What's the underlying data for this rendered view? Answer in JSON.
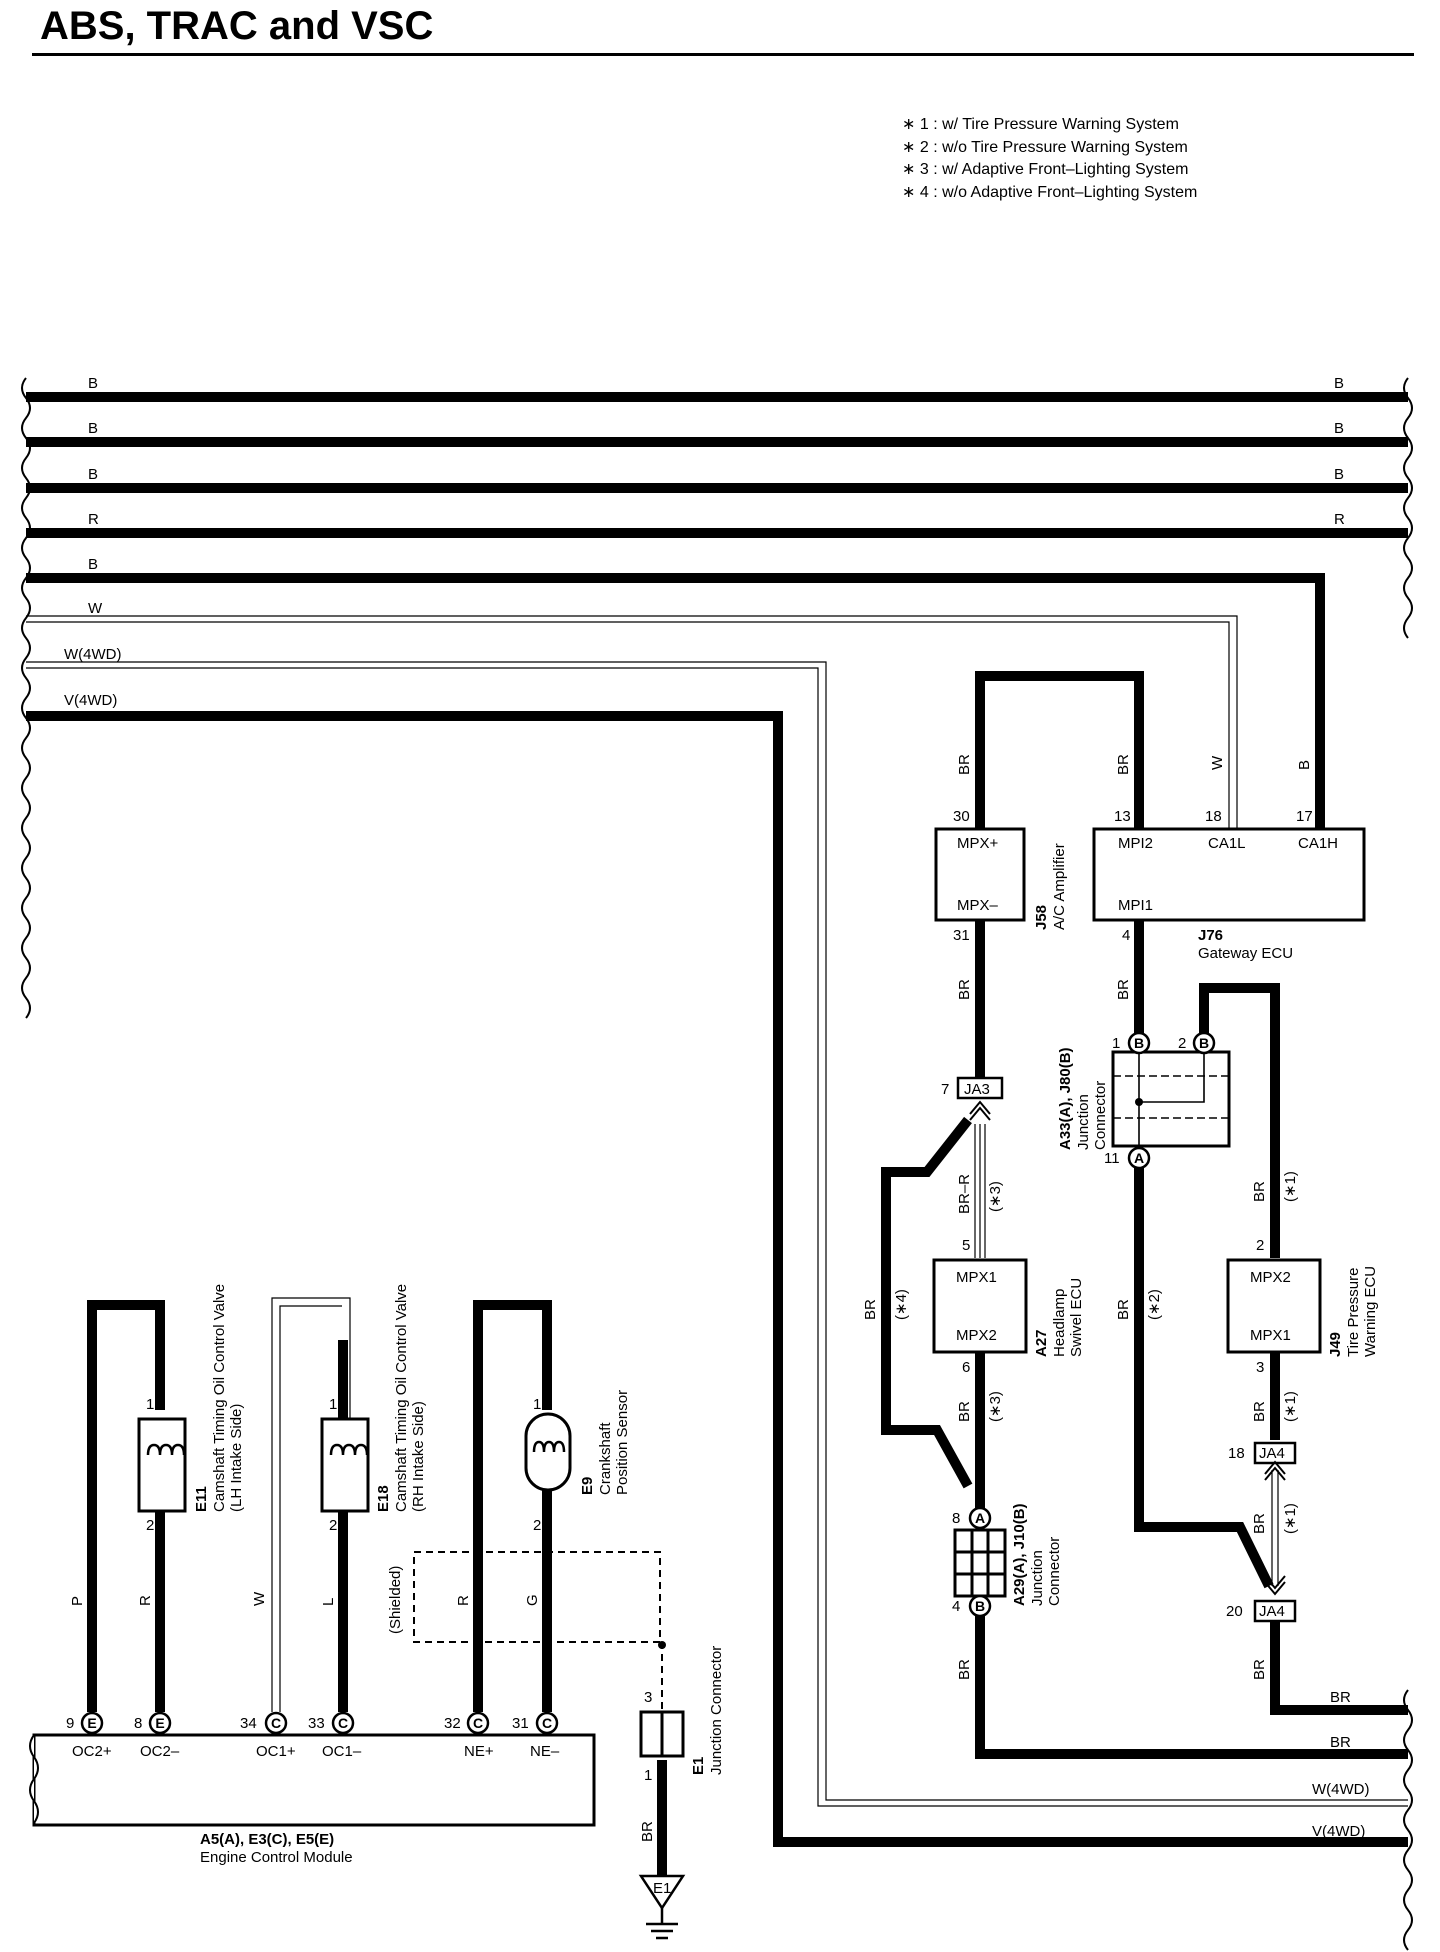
{
  "title": "ABS, TRAC and VSC",
  "notes": [
    "∗ 1 : w/ Tire Pressure Warning System",
    "∗ 2 : w/o Tire Pressure Warning System",
    "∗ 3 : w/ Adaptive Front–Lighting System",
    "∗ 4 : w/o Adaptive Front–Lighting System"
  ],
  "bus_wires": {
    "b1": "B",
    "b2": "B",
    "b3": "B",
    "r": "R",
    "b4": "B",
    "w": "W",
    "w4wd": "W(4WD)",
    "v4wd": "V(4WD)",
    "br": "BR"
  },
  "wire_colors": {
    "br": "BR",
    "br_r": "BR–R",
    "w": "W",
    "b": "B",
    "p": "P",
    "r": "R",
    "l": "L",
    "g": "G"
  },
  "conditions": {
    "c1": "(∗1)",
    "c2": "(∗2)",
    "c3": "(∗3)",
    "c4": "(∗4)"
  },
  "components": {
    "j58": {
      "code": "J58",
      "name": "A/C Amplifier",
      "top": "MPX+",
      "bottom": "MPX–",
      "pin_top": "30",
      "pin_bottom": "31"
    },
    "j76": {
      "code": "J76",
      "name": "Gateway ECU",
      "p1": "MPI2",
      "p2": "CA1L",
      "p3": "CA1H",
      "p4": "MPI1",
      "pin1": "13",
      "pin2": "18",
      "pin3": "17",
      "pin4": "4"
    },
    "a33": {
      "code": "A33(A), J80(B)",
      "name1": "Junction",
      "name2": "Connector",
      "pin1": "1",
      "pin2": "2",
      "pin3": "11",
      "b": "B",
      "a": "A"
    },
    "a27": {
      "code": "A27",
      "name1": "Headlamp",
      "name2": "Swivel ECU",
      "top": "MPX1",
      "bottom": "MPX2",
      "pin_top": "5",
      "pin_bottom": "6"
    },
    "j49": {
      "code": "J49",
      "name1": "Tire Pressure",
      "name2": "Warning ECU",
      "top": "MPX2",
      "bottom": "MPX1",
      "pin_top": "2",
      "pin_bottom": "3"
    },
    "a29": {
      "code": "A29(A), J10(B)",
      "name1": "Junction",
      "name2": "Connector",
      "pin1": "8",
      "pin2": "4",
      "a": "A",
      "b": "B"
    },
    "ja3": {
      "label": "JA3",
      "pin": "7"
    },
    "ja4a": {
      "label": "JA4",
      "pin": "18"
    },
    "ja4b": {
      "label": "JA4",
      "pin": "20"
    },
    "e11": {
      "code": "E11",
      "name1": "Camshaft Timing Oil Control Valve",
      "name2": "(LH Intake Side)",
      "pin1": "1",
      "pin2": "2"
    },
    "e18": {
      "code": "E18",
      "name1": "Camshaft Timing Oil Control Valve",
      "name2": "(RH Intake Side)",
      "pin1": "1",
      "pin2": "2"
    },
    "e9": {
      "code": "E9",
      "name1": "Crankshaft",
      "name2": "Position Sensor",
      "pin1": "1",
      "pin2": "2"
    },
    "e1": {
      "code": "E1",
      "name": "Junction Connector",
      "pin1": "3",
      "pin2": "1"
    },
    "ground": {
      "label": "E1"
    },
    "shielded": "(Shielded)",
    "ecm": {
      "code": "A5(A), E3(C), E5(E)",
      "name": "Engine Control Module",
      "pins": [
        {
          "num": "9",
          "conn": "E",
          "label": "OC2+"
        },
        {
          "num": "8",
          "conn": "E",
          "label": "OC2–"
        },
        {
          "num": "34",
          "conn": "C",
          "label": "OC1+"
        },
        {
          "num": "33",
          "conn": "C",
          "label": "OC1–"
        },
        {
          "num": "32",
          "conn": "C",
          "label": "NE+"
        },
        {
          "num": "31",
          "conn": "C",
          "label": "NE–"
        }
      ]
    }
  }
}
